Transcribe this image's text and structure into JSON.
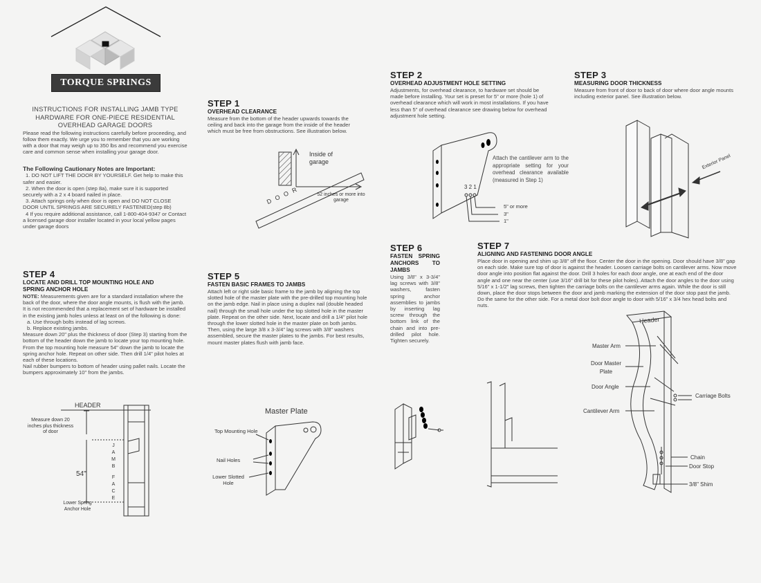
{
  "brand": {
    "name": "TORQUE SPRINGS"
  },
  "intro": {
    "title_lines": [
      "INSTRUCTIONS FOR INSTALLING JAMB TYPE",
      "HARDWARE FOR ONE-PIECE RESIDENTIAL",
      "OVERHEAD GARAGE DOORS"
    ],
    "body": "Please read the following instructions carefully before proceeding, and follow them exactly. We urge you to remember that you are working with a door that may weigh up to 350 lbs and recommend you exercise care and common sense when installing your garage door.",
    "cautions_title": "The Following Cautionary Notes are Important:",
    "cautions": [
      "1. DO NOT LIFT THE DOOR BY YOURSELF. Get help to make this safer and easier.",
      "2. When the door is open (step 8a), make sure it is supported securely with a 2 x 4 board nailed in place.",
      "3. Attach springs only when door is open and DO NOT CLOSE DOOR UNTIL SPRINGS ARE SECURELY FASTENED(step 8b)",
      "4 If you require additional assistance, call 1-800-404-9347 or Contact a licensed garage door installer located in your local yellow pages under garage doors"
    ]
  },
  "step1": {
    "heading": "STEP 1",
    "sub": "OVERHEAD CLEARANCE",
    "body": "Measure from the bottom of the header upwards towards the ceiling and back into the garage from the inside of the header which must be free from obstructions. See illustration below.",
    "fig": {
      "inside_label": "Inside of garage",
      "door_label": "D O O R",
      "clearance_label": "52 inches or more into garage"
    }
  },
  "step2": {
    "heading": "STEP 2",
    "sub": "OVERHEAD ADJUSTMENT HOLE SETTING",
    "body": "Adjustments, for overhead clearance, to hardware set should be made before installing. Your set is preset for 5\" or more (hole 1) of overhead clearance which will work in most installations. If you have less than 5\" of overhead clearance see drawing below for overhead adjustment hole setting.",
    "fig": {
      "note": "Attach the cantilever arm to the appropriate setting for your overhead clearance available (measured in Step 1)",
      "hole_numbers": "3 2 1",
      "settings": [
        "5\" or more",
        "3\"",
        "1\""
      ]
    }
  },
  "step3": {
    "heading": "STEP 3",
    "sub": "MEASURING DOOR THICKNESS",
    "body": "Measure from front of door to back of door where door angle mounts including exterior panel. See illustration below.",
    "fig": {
      "exterior_label": "Exterior Panel"
    }
  },
  "step4": {
    "heading": "STEP 4",
    "sub": "LOCATE AND DRILL TOP MOUNTING HOLE AND SPRING ANCHOR HOLE",
    "note_label": "NOTE:",
    "body": "Measurements given are for a standard installation where the back of the door, where the door angle mounts, is flush with the jamb. It is not recommended that a replacement set of hardware be installed in the existing jamb holes unless at least on of the following is done:",
    "options": [
      "a. Use through bolts instead of lag screws.",
      "b. Replace existing jambs."
    ],
    "body2": "Measure down 20\" plus the thickness of door (Step 3) starting from the bottom of the header down the jamb to locate your top mounting hole. From the top mounting hole measure 54\" down the jamb to locate the spring anchor hole. Repeat on other side. Then drill 1/4\" pilot holes at each of these locations.",
    "body3": "Nail rubber bumpers to bottom of header using pallet nails. Locate the bumpers approximately 10\" from the jambs.",
    "fig": {
      "header_label": "HEADER",
      "measure_label": "Measure down 20 inches plus thickness of door",
      "dim_label": "54\"",
      "jamb_letters": [
        "J",
        "A",
        "M",
        "B",
        "",
        "F",
        "A",
        "C",
        "E"
      ],
      "lower_label": "Lower Spring Anchor Hole"
    }
  },
  "step5": {
    "heading": "STEP 5",
    "sub": "FASTEN BASIC FRAMES TO JAMBS",
    "body": "Attach left or right side basic frame to the jamb by aligning the top slotted hole of the master plate with the pre-drilled top mounting hole on the jamb edge. Nail in place using a duplex nail (double headed nail) through the small hole under the top slotted hole in the master plate. Repeat on the other side. Next, locate and drill a 1/4\" pilot hole through the lower slotted hole in the master plate on both jambs. Then, using the large 3/8 x 3-3/4\" lag screws with 3/8\" washers assembled, secure the master plates to the jambs. For best results, mount master plates flush with jamb face.",
    "fig": {
      "title": "Master Plate",
      "top_label": "Top Mounting Hole",
      "nail_label": "Nail Holes",
      "lower_label": "Lower Slotted Hole"
    }
  },
  "step6": {
    "heading": "STEP 6",
    "sub": "FASTEN SPRING ANCHORS TO JAMBS",
    "body": "Using 3/8\" x 3-3/4\" lag screws with 3/8\" washers, fasten spring anchor assemblies to jambs by inserting lag screw through the bottom link of the chain and into pre-drilled pilot hole. Tighten securely."
  },
  "step7": {
    "heading": "STEP 7",
    "sub": "ALIGNING AND FASTENING DOOR ANGLE",
    "body": "Place door in opening and shim up 3/8\" off the floor. Center the door in the opening. Door should have 3/8\" gap on each side. Make sure top of door is against the header. Loosen carriage bolts on cantilever arms. Now move door angle into position flat against the door. Drill 3 holes for each door angle, one at each end of the door angle and one near the center (use 3/16\" drill bit for these pilot holes). Attach the door angles to the door using 5/16\" x 1-1/2\" lag screws, then tighten the carriage bolts on the cantilever arms again. While the door is still down, place the door stops between the door and jamb marking the extension of the door stop past the jamb. Do the same for the other side. For a metal door bolt door angle to door with 5/16\" x 3/4 hex head bolts and nuts.",
    "fig": {
      "header_label": "Header",
      "labels": [
        "Master Arm",
        "Door Master Plate",
        "Door Angle",
        "Cantilever Arm",
        "Carriage Bolts",
        "Chain",
        "Door Stop",
        "3/8\" Shim"
      ]
    }
  }
}
